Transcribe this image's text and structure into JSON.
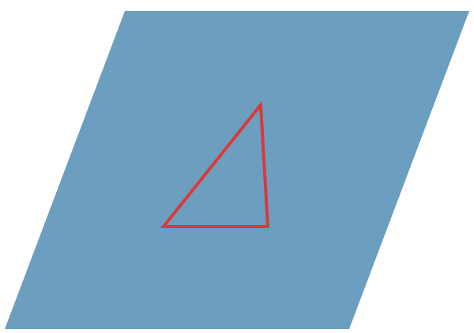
{
  "figure": {
    "plane": {
      "shape": "parallelogram",
      "fill_color": "#6b9ebf"
    },
    "triangle": {
      "shape": "triangle",
      "stroke_color": "#d93a3a",
      "fill_color": "none"
    }
  }
}
